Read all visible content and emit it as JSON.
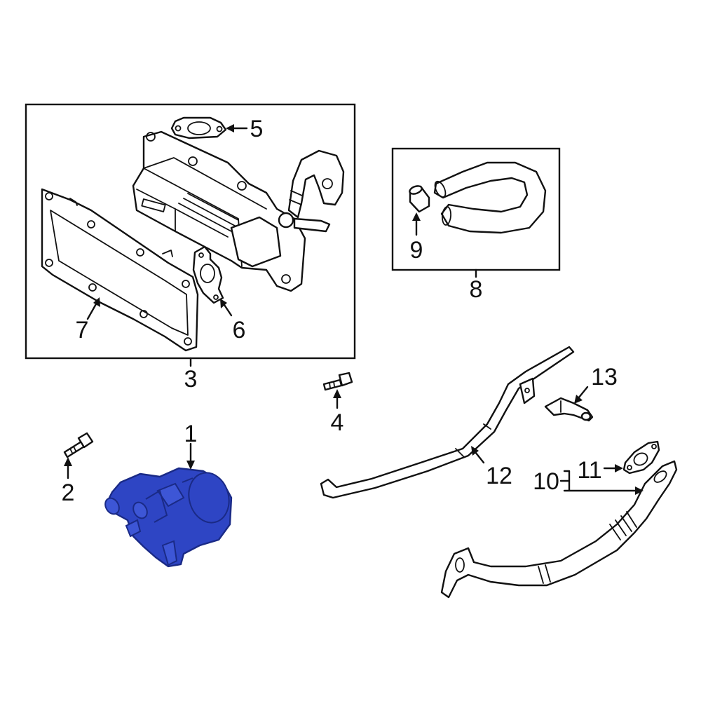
{
  "colors": {
    "highlight": "#2e45c4",
    "highlight_dark": "#1a2a86",
    "line": "#111111",
    "background": "#ffffff"
  },
  "callouts": {
    "c1": "1",
    "c2": "2",
    "c3": "3",
    "c4": "4",
    "c5": "5",
    "c6": "6",
    "c7": "7",
    "c8": "8",
    "c9": "9",
    "c10": "10",
    "c11": "11",
    "c12": "12",
    "c13": "13"
  }
}
